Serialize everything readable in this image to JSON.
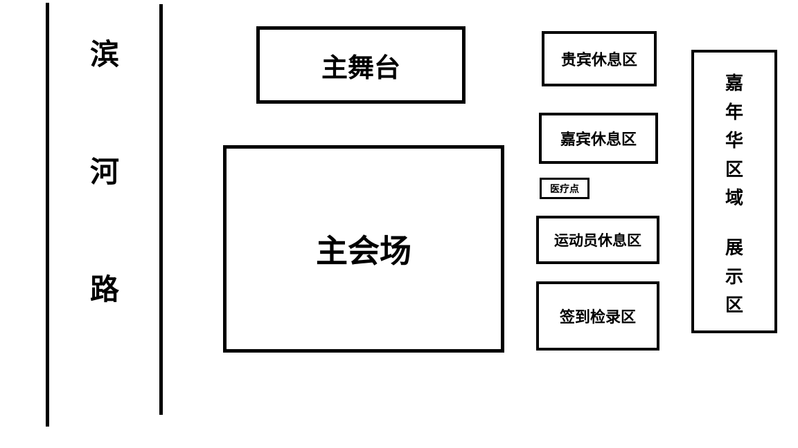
{
  "road": {
    "name": "滨河路",
    "char1": "滨",
    "char2": "河",
    "char3": "路"
  },
  "areas": {
    "main_stage": {
      "label": "主舞台"
    },
    "main_venue": {
      "label": "主会场"
    },
    "vip_lounge": {
      "label": "贵宾休息区"
    },
    "guest_lounge": {
      "label": "嘉宾休息区"
    },
    "medical_point": {
      "label": "医疗点"
    },
    "athlete_lounge": {
      "label": "运动员休息区"
    },
    "checkin_area": {
      "label": "签到检录区"
    },
    "carnival_zone": {
      "line1": "嘉年华区域",
      "line2": "展示区"
    }
  }
}
